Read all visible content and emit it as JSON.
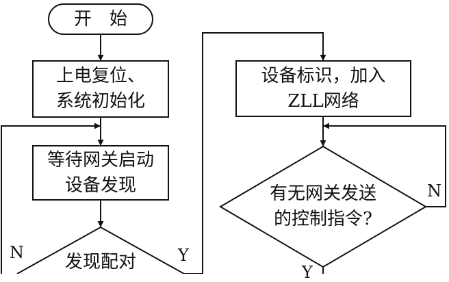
{
  "flowchart": {
    "start": "开　始",
    "power_on_reset": "上电复位、\n系统初始化",
    "wait_gateway": "等待网关启动\n设备发现",
    "pairing_check": "发现配对",
    "device_join": "设备标识，加入\nZLL网络",
    "command_check": "有无网关发送\n的控制指令?",
    "labels": {
      "left_no": "N",
      "yes_to_right": "Y",
      "right_no": "N",
      "bottom_yes": "Y"
    }
  },
  "colors": {
    "stroke": "#111111",
    "text": "#111111",
    "background": "#ffffff"
  }
}
